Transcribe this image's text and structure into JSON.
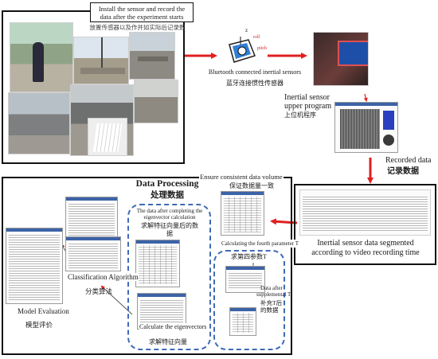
{
  "top_note": {
    "line1": "Install the sensor and record the",
    "line2": "data after the experiment starts"
  },
  "experiment_caption_zh": "放置传感器以及作并如实际后记录数据",
  "sensor": {
    "axis_z": "z",
    "axis_roll": "roll",
    "axis_pitch": "pitch",
    "caption_en": "Bluetooth connected inertial sensors",
    "caption_zh": "蓝牙连接惯性传感器"
  },
  "upper_program": {
    "line1": "Inertial sensor",
    "line2": "upper program",
    "caption_zh": "上位机程序"
  },
  "recorded": {
    "caption_en": "Recorded data",
    "caption_zh": "记录数据"
  },
  "segmented": {
    "line1": "Inertial sensor data segmented",
    "line2": "according to video recording time"
  },
  "ensure_volume": "Ensure consistent data volume",
  "ensure_volume_zh": "保证数据量一致",
  "processing": {
    "title_en": "Data Processing",
    "title_zh": "处理数据"
  },
  "after_eigen": {
    "line1": "The data after completing the",
    "line2": "eigenvector calculation",
    "caption_zh": "求解特征向量后的数据"
  },
  "fourth_param": {
    "caption_en": "Calculating the fourth parameter T",
    "caption_zh": "求第四参数T"
  },
  "supplemental": {
    "line1": "Data after",
    "line2": "supplemental T",
    "caption_zh": "补充T后的数据"
  },
  "classification": {
    "caption_en": "Classification Algorithm",
    "caption_zh": "分类算法"
  },
  "model_eval": {
    "caption_en": "Model Evaluation",
    "caption_zh": "模型评价"
  },
  "eigenvectors": {
    "caption_en": "Calculate the eigenvectors",
    "caption_zh": "求解特征向量"
  },
  "colors": {
    "arrow_red": "#e02020",
    "dashed_blue": "#3e6bb5",
    "frame": "#111111",
    "sensor_blue": "#2f7fd6",
    "screen_blue": "#1e4fa8"
  }
}
